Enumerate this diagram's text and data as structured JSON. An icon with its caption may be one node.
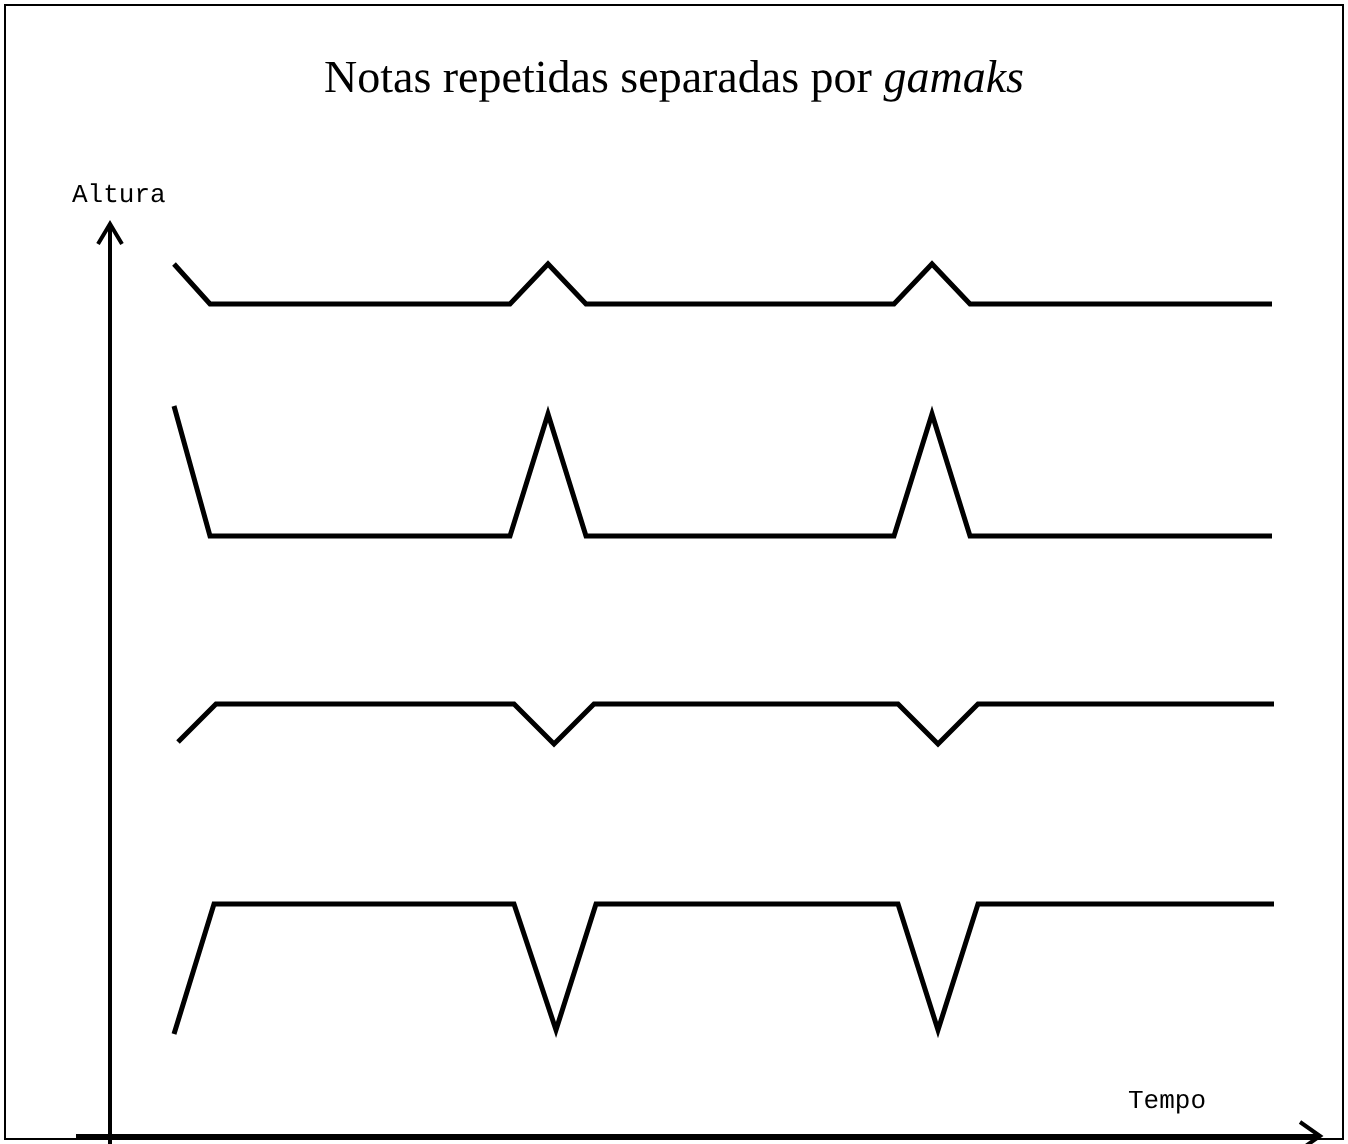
{
  "diagram": {
    "title": "Notas repetidas separadas por *gamaks*",
    "labels": [
      "Altura",
      "Tempo"
    ]
  }
}
